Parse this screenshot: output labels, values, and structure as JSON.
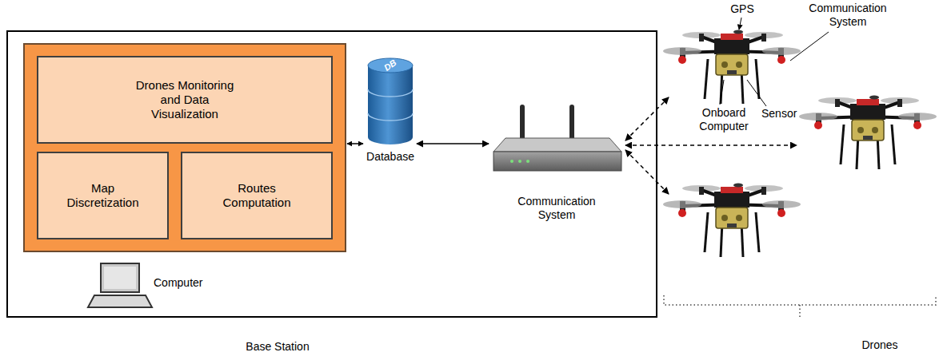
{
  "diagram": {
    "nodes": [
      {
        "text": [
          "Base Station"
        ]
      },
      {
        "text": [
          "Drones Monitoring and Data Visualization"
        ],
        "in": 0
      },
      {
        "text": [
          "Map Discretization"
        ],
        "in": 0
      },
      {
        "text": [
          "Routes Computation"
        ],
        "in": 0
      },
      {
        "text": [
          "Database"
        ],
        "in": 0
      },
      {
        "text": [
          "Communication System"
        ],
        "in": 0
      }
    ],
    "edges": [
      {
        "from": 4,
        "to": 5,
        "arrow": "both"
      }
    ],
    "labels": [
      "Computer",
      "DB",
      "GPS",
      "Communication System",
      "Onboard Computer",
      "Sensor",
      "Drones"
    ]
  }
}
